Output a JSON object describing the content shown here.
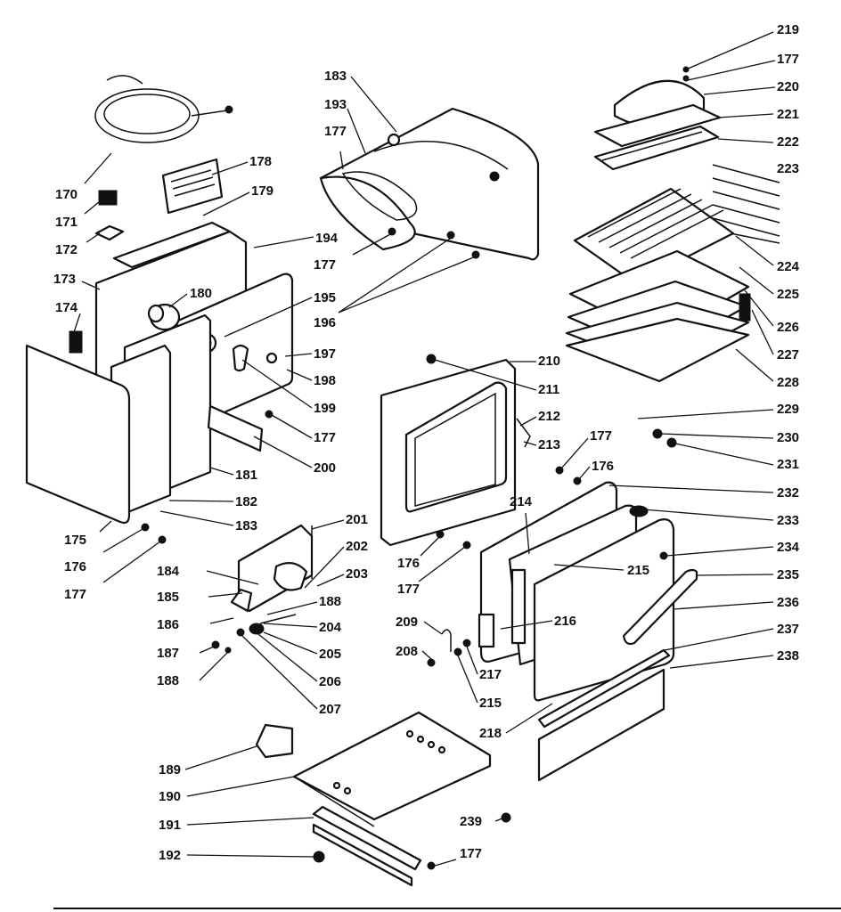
{
  "callouts": [
    {
      "id": "c170",
      "text": "170"
    },
    {
      "id": "c171",
      "text": "171"
    },
    {
      "id": "c172",
      "text": "172"
    },
    {
      "id": "c173",
      "text": "173"
    },
    {
      "id": "c174",
      "text": "174"
    },
    {
      "id": "c175",
      "text": "175"
    },
    {
      "id": "c176a",
      "text": "176"
    },
    {
      "id": "c177a",
      "text": "177"
    },
    {
      "id": "c178",
      "text": "178"
    },
    {
      "id": "c179",
      "text": "179"
    },
    {
      "id": "c180",
      "text": "180"
    },
    {
      "id": "c181",
      "text": "181"
    },
    {
      "id": "c182",
      "text": "182"
    },
    {
      "id": "c183a",
      "text": "183"
    },
    {
      "id": "c183b",
      "text": "183"
    },
    {
      "id": "c193",
      "text": "193"
    },
    {
      "id": "c177b",
      "text": "177"
    },
    {
      "id": "c177c",
      "text": "177"
    },
    {
      "id": "c194",
      "text": "194"
    },
    {
      "id": "c195",
      "text": "195"
    },
    {
      "id": "c196",
      "text": "196"
    },
    {
      "id": "c197",
      "text": "197"
    },
    {
      "id": "c198",
      "text": "198"
    },
    {
      "id": "c199",
      "text": "199"
    },
    {
      "id": "c177d",
      "text": "177"
    },
    {
      "id": "c200",
      "text": "200"
    },
    {
      "id": "c219",
      "text": "219"
    },
    {
      "id": "c177e",
      "text": "177"
    },
    {
      "id": "c220",
      "text": "220"
    },
    {
      "id": "c221",
      "text": "221"
    },
    {
      "id": "c222",
      "text": "222"
    },
    {
      "id": "c223",
      "text": "223"
    },
    {
      "id": "c224",
      "text": "224"
    },
    {
      "id": "c225",
      "text": "225"
    },
    {
      "id": "c226",
      "text": "226"
    },
    {
      "id": "c227",
      "text": "227"
    },
    {
      "id": "c228",
      "text": "228"
    },
    {
      "id": "c210",
      "text": "210"
    },
    {
      "id": "c211",
      "text": "211"
    },
    {
      "id": "c212",
      "text": "212"
    },
    {
      "id": "c213",
      "text": "213"
    },
    {
      "id": "c229",
      "text": "229"
    },
    {
      "id": "c230",
      "text": "230"
    },
    {
      "id": "c231",
      "text": "231"
    },
    {
      "id": "c177f",
      "text": "177"
    },
    {
      "id": "c176b",
      "text": "176"
    },
    {
      "id": "c232",
      "text": "232"
    },
    {
      "id": "c233",
      "text": "233"
    },
    {
      "id": "c214",
      "text": "214"
    },
    {
      "id": "c234",
      "text": "234"
    },
    {
      "id": "c215a",
      "text": "215"
    },
    {
      "id": "c235",
      "text": "235"
    },
    {
      "id": "c236",
      "text": "236"
    },
    {
      "id": "c216",
      "text": "216"
    },
    {
      "id": "c237",
      "text": "237"
    },
    {
      "id": "c238",
      "text": "238"
    },
    {
      "id": "c201",
      "text": "201"
    },
    {
      "id": "c202",
      "text": "202"
    },
    {
      "id": "c203",
      "text": "203"
    },
    {
      "id": "c176c",
      "text": "176"
    },
    {
      "id": "c177g",
      "text": "177"
    },
    {
      "id": "c184",
      "text": "184"
    },
    {
      "id": "c185",
      "text": "185"
    },
    {
      "id": "c188a",
      "text": "188"
    },
    {
      "id": "c186",
      "text": "186"
    },
    {
      "id": "c204",
      "text": "204"
    },
    {
      "id": "c187",
      "text": "187"
    },
    {
      "id": "c205",
      "text": "205"
    },
    {
      "id": "c188b",
      "text": "188"
    },
    {
      "id": "c206",
      "text": "206"
    },
    {
      "id": "c207",
      "text": "207"
    },
    {
      "id": "c209",
      "text": "209"
    },
    {
      "id": "c208",
      "text": "208"
    },
    {
      "id": "c217",
      "text": "217"
    },
    {
      "id": "c215b",
      "text": "215"
    },
    {
      "id": "c218",
      "text": "218"
    },
    {
      "id": "c189",
      "text": "189"
    },
    {
      "id": "c190",
      "text": "190"
    },
    {
      "id": "c191",
      "text": "191"
    },
    {
      "id": "c192",
      "text": "192"
    },
    {
      "id": "c239",
      "text": "239"
    },
    {
      "id": "c177h",
      "text": "177"
    }
  ]
}
